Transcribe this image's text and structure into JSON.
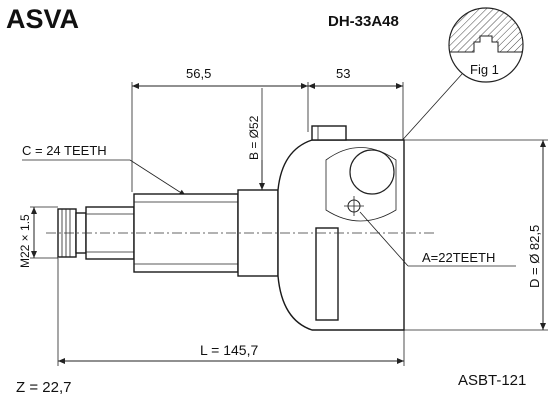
{
  "header": {
    "brand": "ASVA",
    "part_code": "DH-33A48"
  },
  "figure": {
    "label": "Fig 1"
  },
  "dimensions": {
    "shaft_length": "56,5",
    "housing_length": "53",
    "b_diameter": "B = Ø52",
    "c_teeth": "C = 24 TEETH",
    "thread": "M22 × 1.5",
    "d_diameter": "D = Ø 82,5",
    "a_teeth": "A=22TEETH",
    "total_length": "L = 145,7",
    "z_value": "Z = 22,7"
  },
  "footer": {
    "ref_code": "ASBT-121"
  }
}
